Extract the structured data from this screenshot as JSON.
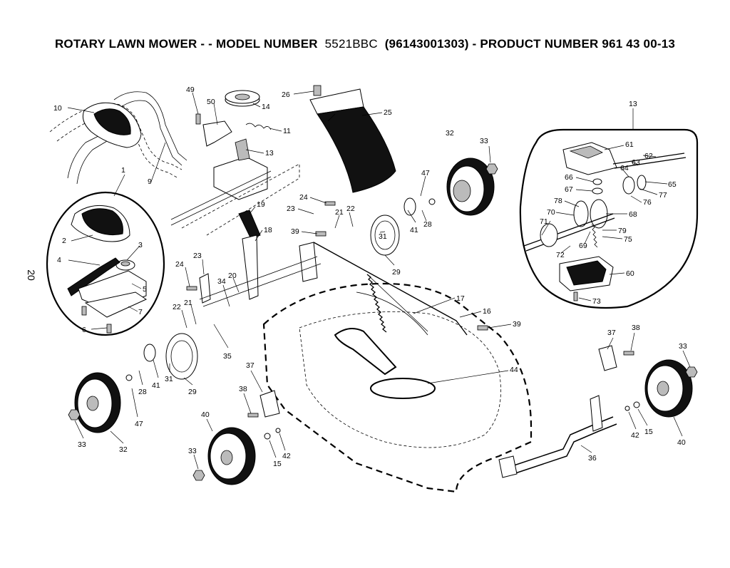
{
  "header": {
    "title_a": "ROTARY LAWN MOWER - - MODEL NUMBER",
    "model": "5521BBC",
    "title_b": "(96143001303) - PRODUCT NUMBER 961 43 00-13"
  },
  "page_number": "20",
  "callouts": [
    {
      "id": "c10",
      "t": "10"
    },
    {
      "id": "c1",
      "t": "1"
    },
    {
      "id": "c9",
      "t": "9"
    },
    {
      "id": "c2",
      "t": "2"
    },
    {
      "id": "c3",
      "t": "3"
    },
    {
      "id": "c4",
      "t": "4"
    },
    {
      "id": "c5",
      "t": "5"
    },
    {
      "id": "c7",
      "t": "7"
    },
    {
      "id": "c6",
      "t": "6"
    },
    {
      "id": "c49",
      "t": "49"
    },
    {
      "id": "c50",
      "t": "50"
    },
    {
      "id": "c14",
      "t": "14"
    },
    {
      "id": "c11",
      "t": "11"
    },
    {
      "id": "c13a",
      "t": "13"
    },
    {
      "id": "c26",
      "t": "26"
    },
    {
      "id": "c25",
      "t": "25"
    },
    {
      "id": "c32a",
      "t": "32"
    },
    {
      "id": "c33a",
      "t": "33"
    },
    {
      "id": "c47a",
      "t": "47"
    },
    {
      "id": "c24a",
      "t": "24"
    },
    {
      "id": "c23a",
      "t": "23"
    },
    {
      "id": "c21a",
      "t": "21"
    },
    {
      "id": "c22a",
      "t": "22"
    },
    {
      "id": "c41a",
      "t": "41"
    },
    {
      "id": "c28a",
      "t": "28"
    },
    {
      "id": "c31a",
      "t": "31"
    },
    {
      "id": "c39a",
      "t": "39"
    },
    {
      "id": "c19",
      "t": "19"
    },
    {
      "id": "c18",
      "t": "18"
    },
    {
      "id": "c29a",
      "t": "29"
    },
    {
      "id": "c23b",
      "t": "23"
    },
    {
      "id": "c24b",
      "t": "24"
    },
    {
      "id": "c20",
      "t": "20"
    },
    {
      "id": "c34",
      "t": "34"
    },
    {
      "id": "c22b",
      "t": "22"
    },
    {
      "id": "c21b",
      "t": "21"
    },
    {
      "id": "c35",
      "t": "35"
    },
    {
      "id": "c17",
      "t": "17"
    },
    {
      "id": "c16",
      "t": "16"
    },
    {
      "id": "c39b",
      "t": "39"
    },
    {
      "id": "c41b",
      "t": "41"
    },
    {
      "id": "c31b",
      "t": "31"
    },
    {
      "id": "c28b",
      "t": "28"
    },
    {
      "id": "c29b",
      "t": "29"
    },
    {
      "id": "c47b",
      "t": "47"
    },
    {
      "id": "c33b",
      "t": "33"
    },
    {
      "id": "c32b",
      "t": "32"
    },
    {
      "id": "c37a",
      "t": "37"
    },
    {
      "id": "c38a",
      "t": "38"
    },
    {
      "id": "c40a",
      "t": "40"
    },
    {
      "id": "c33c",
      "t": "33"
    },
    {
      "id": "c15a",
      "t": "15"
    },
    {
      "id": "c42a",
      "t": "42"
    },
    {
      "id": "c44",
      "t": "44"
    },
    {
      "id": "c37b",
      "t": "37"
    },
    {
      "id": "c38b",
      "t": "38"
    },
    {
      "id": "c33d",
      "t": "33"
    },
    {
      "id": "c36",
      "t": "36"
    },
    {
      "id": "c42b",
      "t": "42"
    },
    {
      "id": "c15b",
      "t": "15"
    },
    {
      "id": "c40b",
      "t": "40"
    },
    {
      "id": "c13b",
      "t": "13"
    },
    {
      "id": "c61",
      "t": "61"
    },
    {
      "id": "c62",
      "t": "62"
    },
    {
      "id": "c63",
      "t": "63"
    },
    {
      "id": "c64",
      "t": "64"
    },
    {
      "id": "c66",
      "t": "66"
    },
    {
      "id": "c65",
      "t": "65"
    },
    {
      "id": "c67",
      "t": "67"
    },
    {
      "id": "c77",
      "t": "77"
    },
    {
      "id": "c78",
      "t": "78"
    },
    {
      "id": "c76",
      "t": "76"
    },
    {
      "id": "c70",
      "t": "70"
    },
    {
      "id": "c68",
      "t": "68"
    },
    {
      "id": "c71",
      "t": "71"
    },
    {
      "id": "c79",
      "t": "79"
    },
    {
      "id": "c75",
      "t": "75"
    },
    {
      "id": "c69",
      "t": "69"
    },
    {
      "id": "c72",
      "t": "72"
    },
    {
      "id": "c60",
      "t": "60"
    },
    {
      "id": "c73",
      "t": "73"
    }
  ]
}
